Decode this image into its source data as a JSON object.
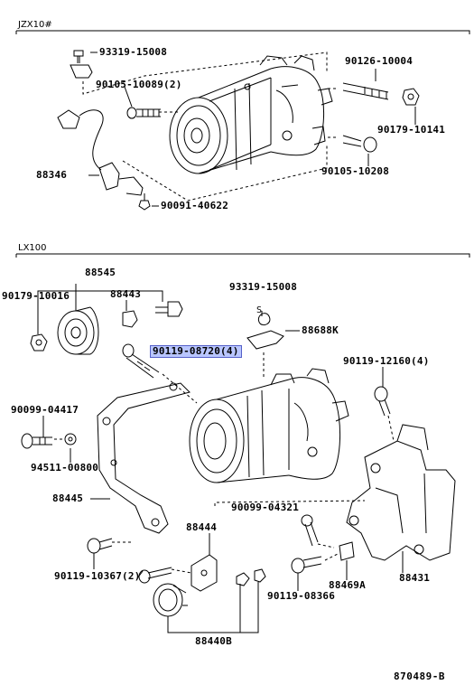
{
  "sections": {
    "top": "JZX10#",
    "bottom": "LX100"
  },
  "labels": {
    "t1": "93319-15008",
    "t2": "90105-10089(2)",
    "t3": "90126-10004",
    "t4": "90179-10141",
    "t5": "88346",
    "t6": "90105-10208",
    "t7": "90091-40622",
    "b1": "88545",
    "b2": "90179-10016",
    "b3": "88443",
    "b4": "93319-15008",
    "b5": "88688K",
    "b6": "90119-08720(4)",
    "b7": "90119-12160(4)",
    "b8": "90099-04417",
    "b9": "94511-00800",
    "b10": "88445",
    "b11": "90099-04321",
    "b12": "88444",
    "b13": "90119-10367(2)",
    "b14": "88469A",
    "b15": "88431",
    "b16": "90119-08366",
    "b17": "88440B"
  },
  "symbols": {
    "s_mark": "S"
  },
  "figure_id": "870489-B",
  "colors": {
    "ink": "#000000",
    "highlight": "#b9c6ff",
    "highlight_border": "#5560c8"
  }
}
